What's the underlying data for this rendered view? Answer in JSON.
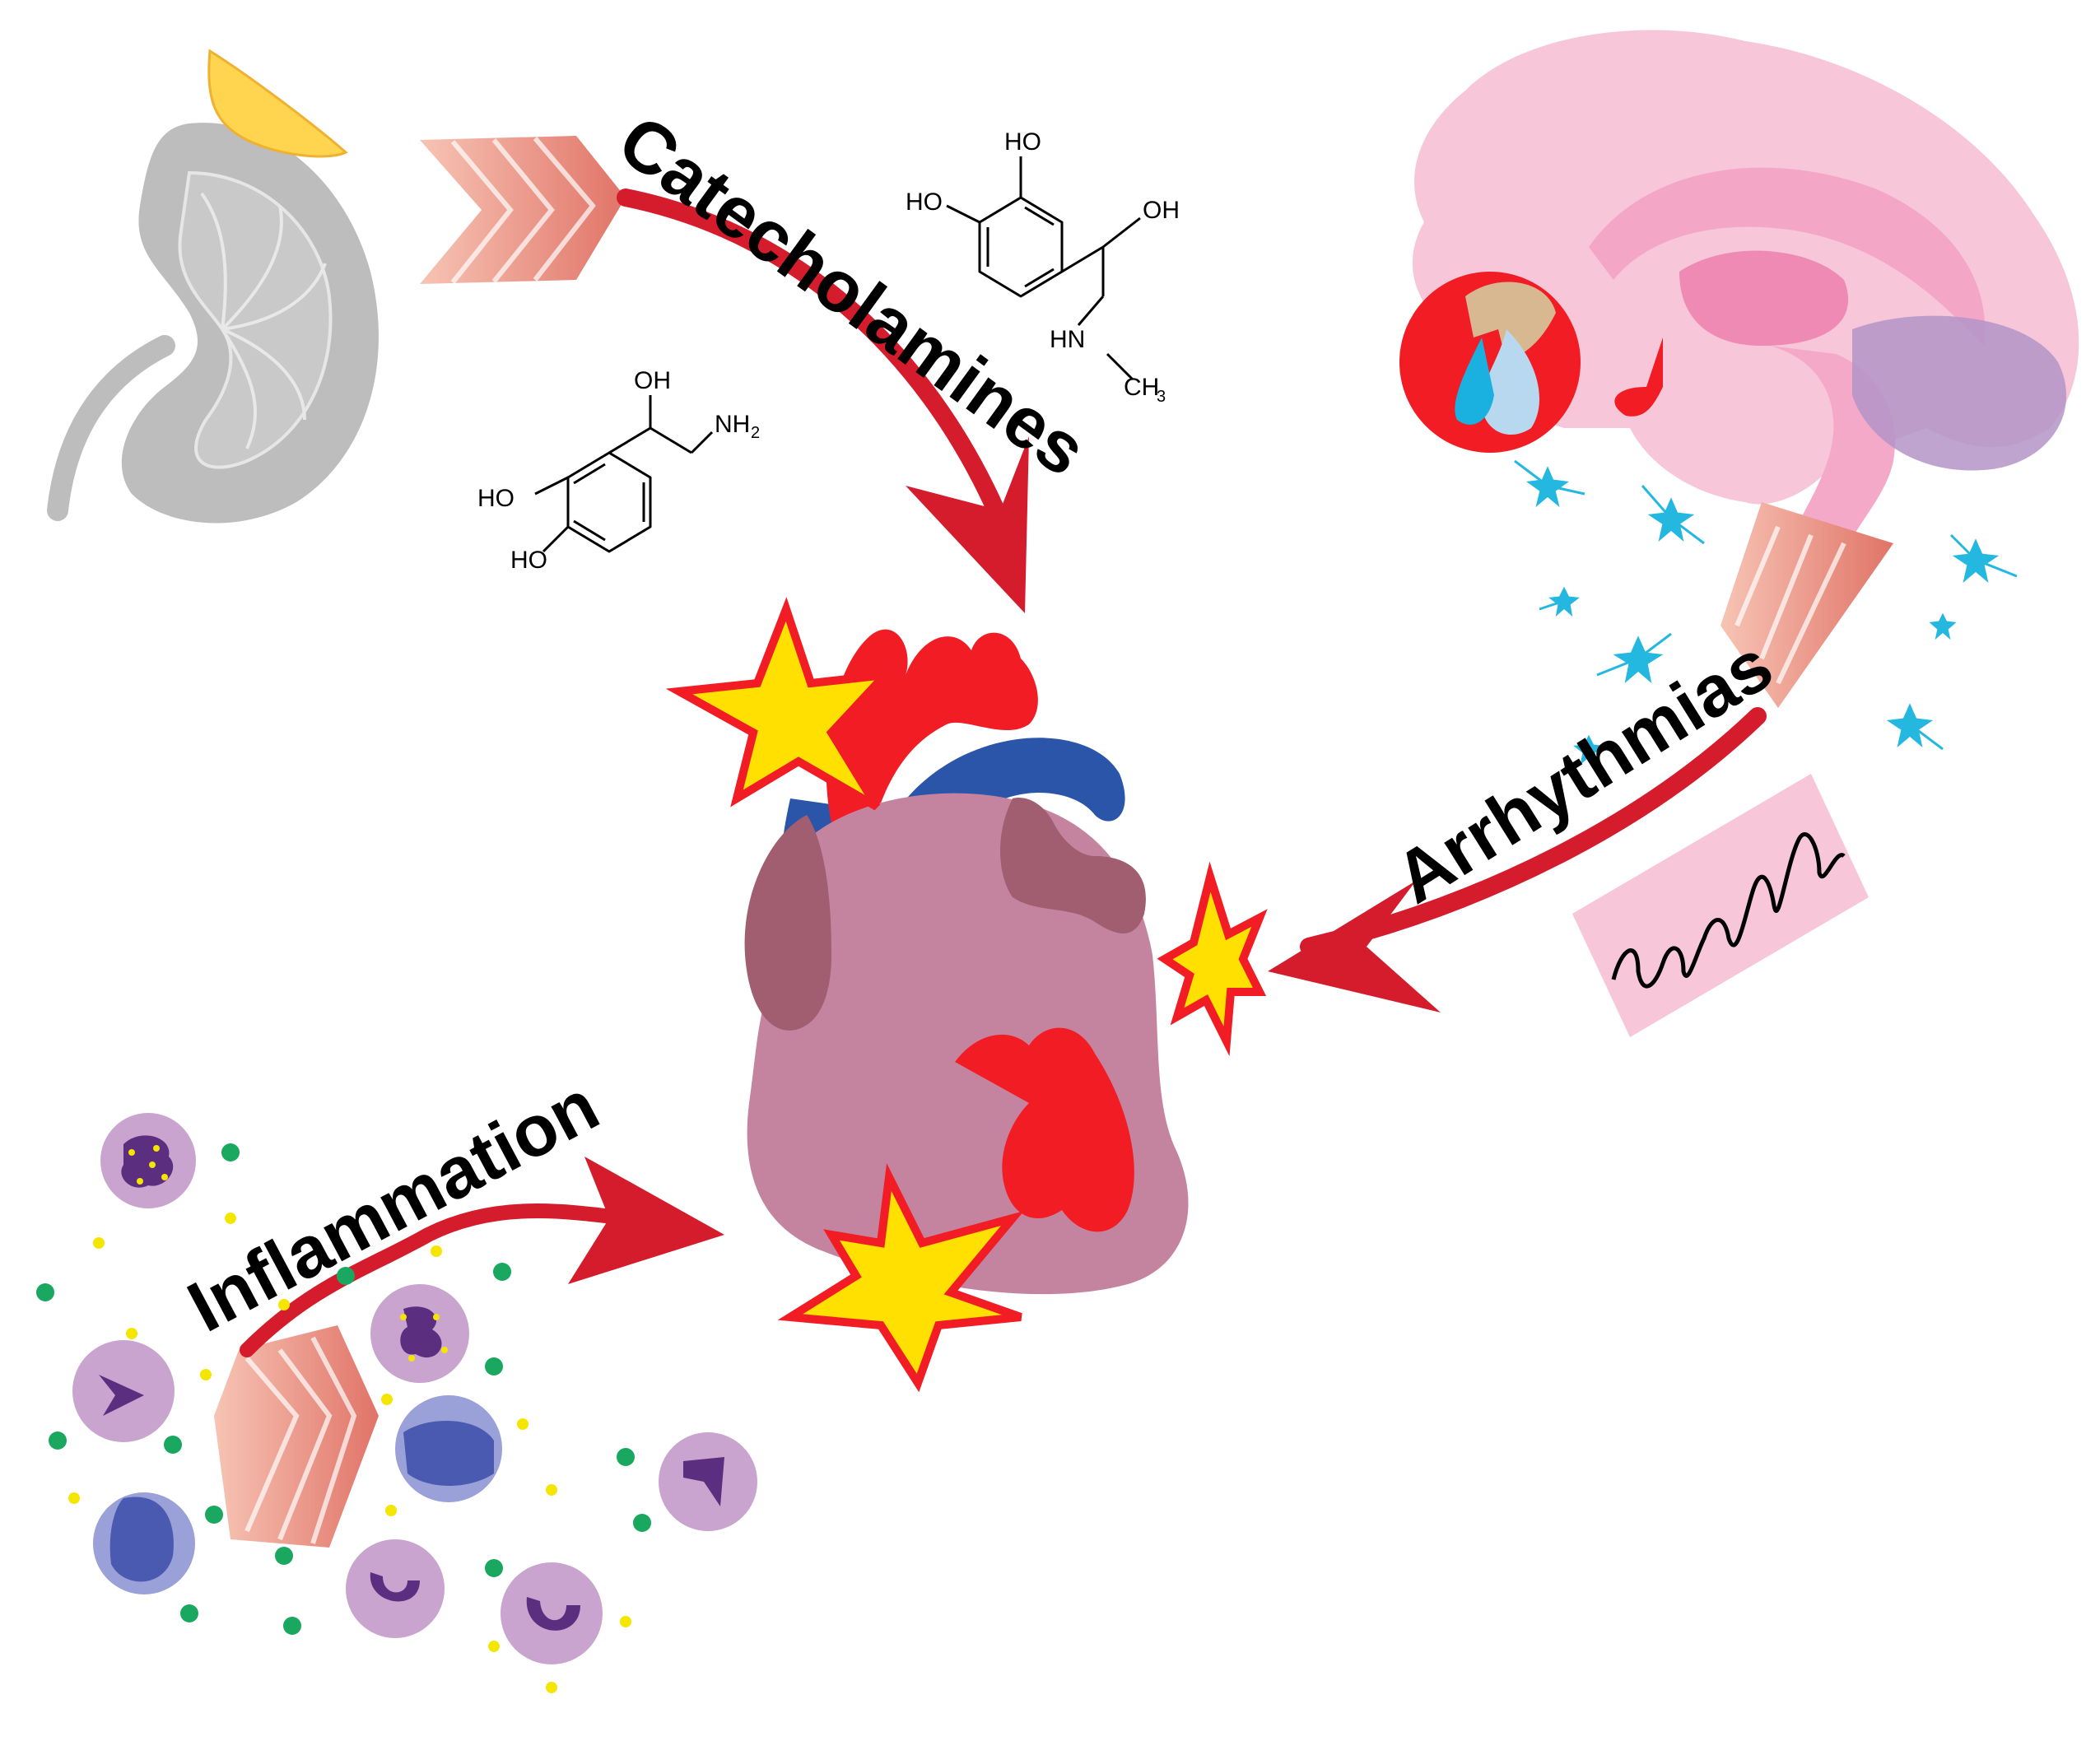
{
  "labels": {
    "catecholamines": "Catecholamines",
    "arrhythmias": "Arrhythmias",
    "inflammation": "Inflammation"
  },
  "molecules": {
    "epinephrine": {
      "ho_top": "HO",
      "ho_left": "HO",
      "oh": "OH",
      "hn": "HN",
      "ch": "CH",
      "ch_sub": "3"
    },
    "norepinephrine": {
      "oh": "OH",
      "nh": "NH",
      "nh_sub": "2",
      "ho_a": "HO",
      "ho_b": "HO"
    }
  },
  "colors": {
    "arrow_red": "#d41c2c",
    "tail_salmon": "#f0a08c",
    "kidney_gray": "#bdbdbd",
    "adrenal_yellow": "#ffd54f",
    "heart_mauve": "#c484a0",
    "heart_red": "#f21c24",
    "vessel_blue": "#2b55a8",
    "brain_pink": "#f7c6d8",
    "star_yellow": "#ffe000",
    "neuron_cyan": "#24b8e0",
    "cell_purple": "#c9a4cf",
    "dot_green": "#1aa860",
    "dot_yellow": "#f4e600"
  }
}
